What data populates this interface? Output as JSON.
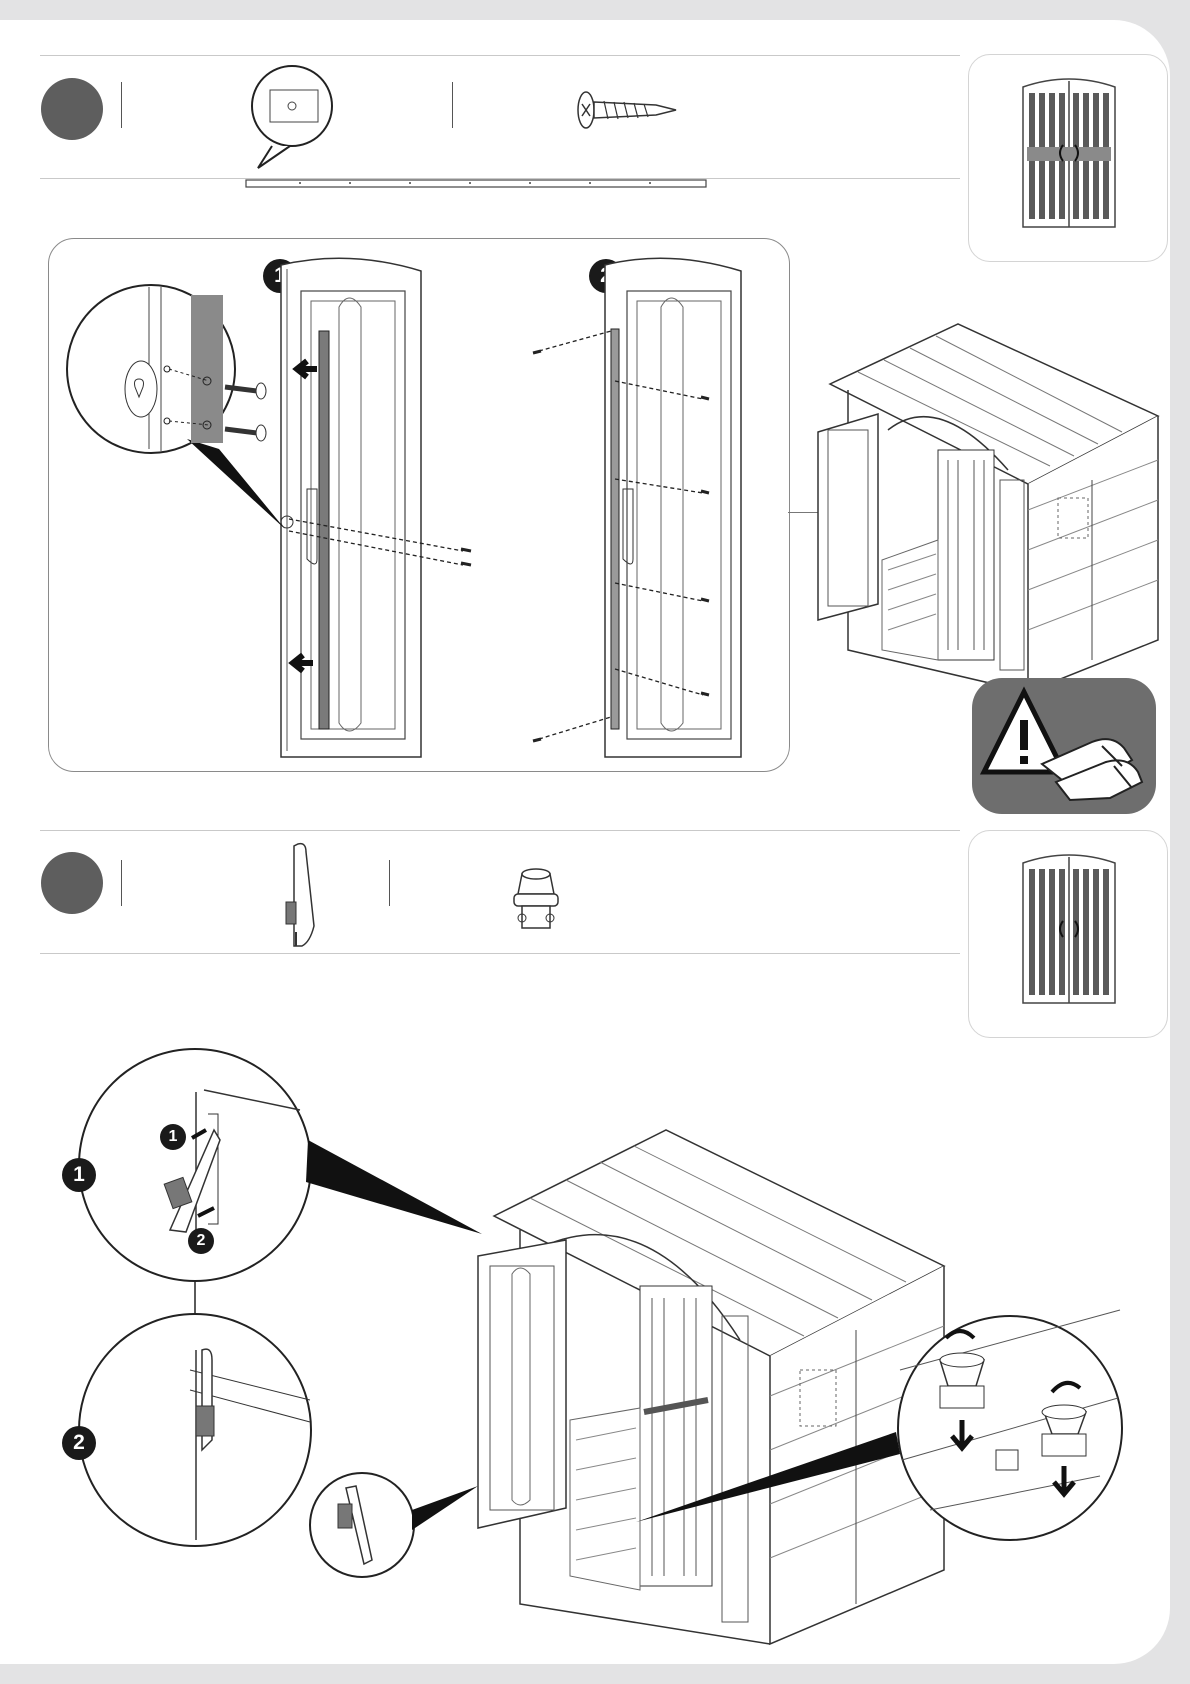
{
  "steps": [
    {
      "callouts": [
        "1",
        "2"
      ]
    },
    {
      "detail_callouts": [
        "1",
        "2"
      ],
      "inset_callouts": [
        "1",
        "2"
      ]
    }
  ],
  "icons": {
    "step_marker": "step-circle",
    "warning": "gloves-warning-icon",
    "screw": "screw-icon",
    "rail": "door-rail-part",
    "latch": "latch-part",
    "plug": "floor-plug-part"
  },
  "colors": {
    "step_circle": "#5e5e5e",
    "warning_bg": "#6e6e6e",
    "callout": "#1a1a1a"
  }
}
